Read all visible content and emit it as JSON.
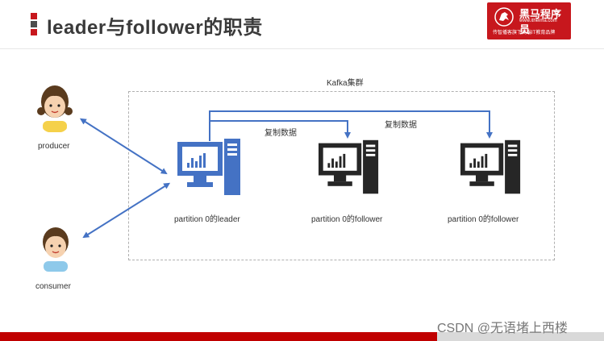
{
  "title": "leader与follower的职责",
  "logo": {
    "name": "黑马程序员",
    "url": "www.itheima.com",
    "slogan": "传智播客旗下高端IT教育品牌"
  },
  "cluster_label": "Kafka集群",
  "producer_label": "producer",
  "consumer_label": "consumer",
  "copy_label_1": "复制数据",
  "copy_label_2": "复制数据",
  "leader_label": "partition 0的leader",
  "follower1_label": "partition 0的follower",
  "follower2_label": "partition 0的follower",
  "watermark": "CSDN @无语堵上西楼",
  "colors": {
    "accent": "#4472c4",
    "brand_red": "#c7171d",
    "server_dark": "#262626"
  }
}
